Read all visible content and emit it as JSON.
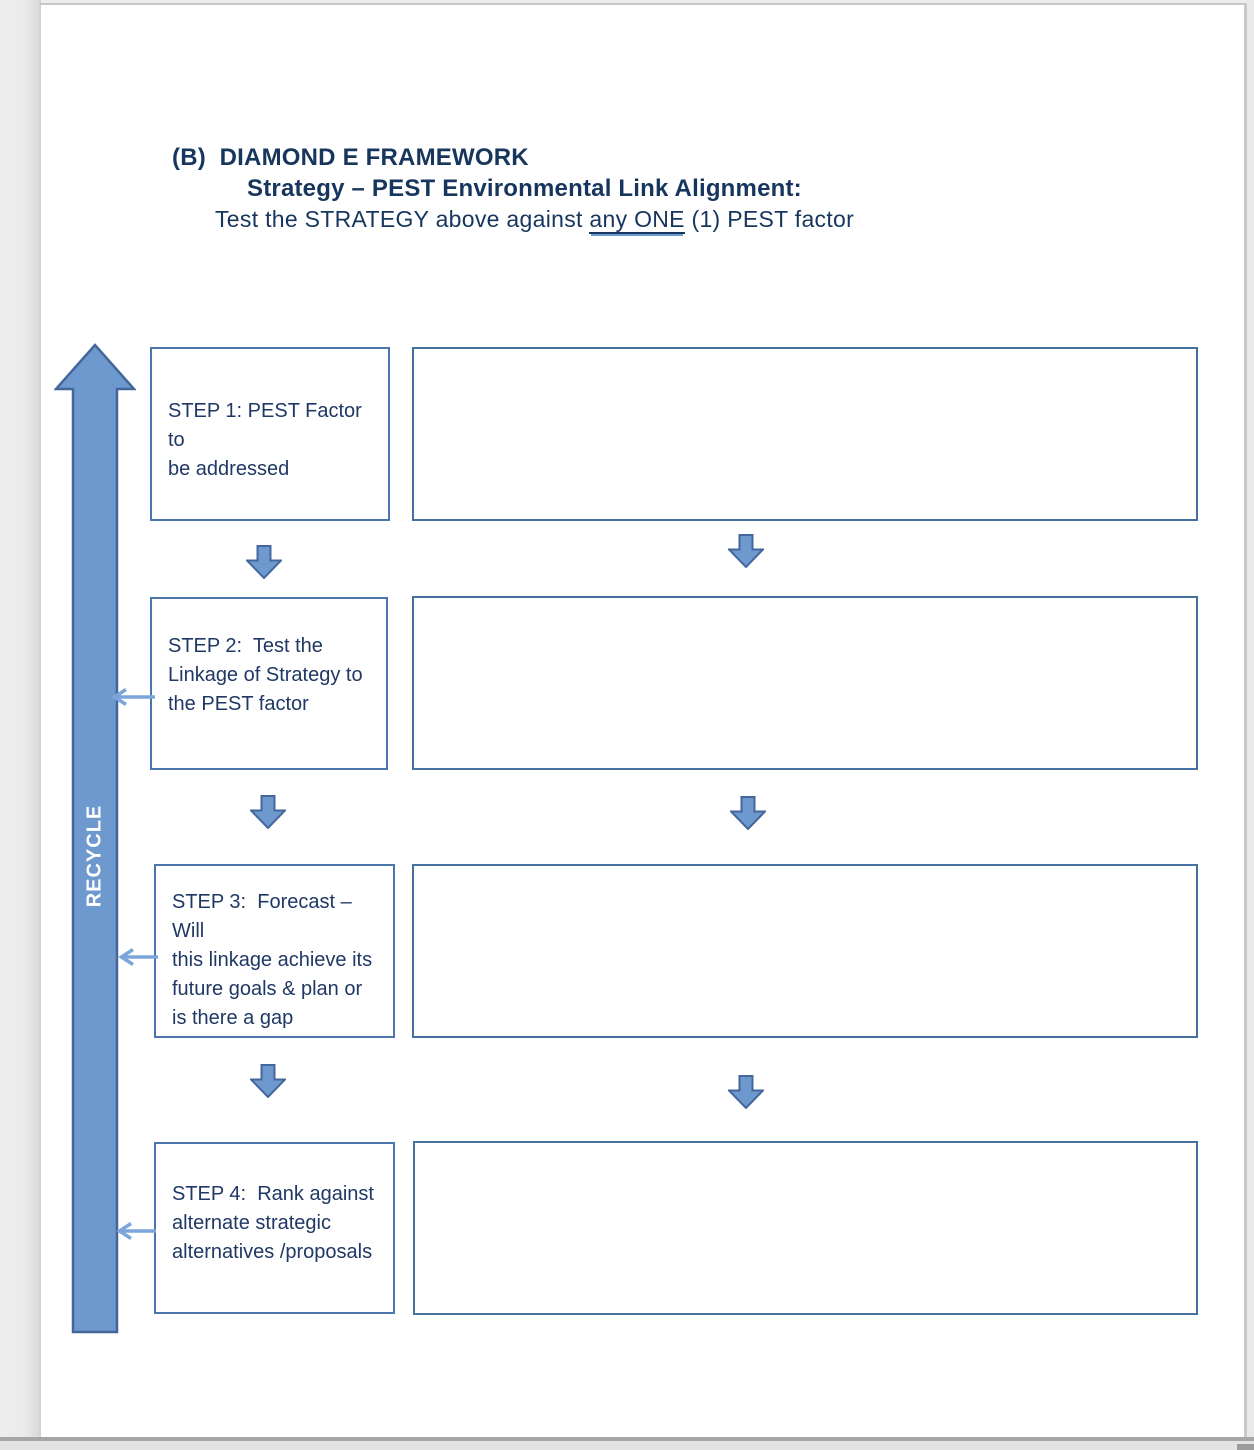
{
  "heading": {
    "line1": "(B)  DIAMOND E FRAMEWORK",
    "line2": "Strategy – PEST Environmental Link Alignment:",
    "line3_prefix": "Test the STRATEGY above against ",
    "line3_underlined": "any ONE",
    "line3_suffix": " (1) PEST factor"
  },
  "flowchart": {
    "recycle_label": "RECYCLE",
    "steps": [
      {
        "label": "STEP 1: PEST Factor to\nbe addressed"
      },
      {
        "label": "STEP 2:  Test the\nLinkage of Strategy to\nthe PEST factor"
      },
      {
        "label": "STEP 3:  Forecast – Will\nthis linkage achieve its\nfuture goals & plan or\nis there a gap"
      },
      {
        "label": "STEP 4:  Rank against\nalternate strategic\nalternatives /proposals"
      }
    ]
  },
  "colors": {
    "heading_text": "#17365d",
    "body_text": "#1f3864",
    "box_border": "#4a76ad",
    "arrow_fill": "#6d99ce",
    "arrow_stroke": "#44679b",
    "thin_arrow": "#7ca6db",
    "recycle_text": "#ffffff"
  }
}
